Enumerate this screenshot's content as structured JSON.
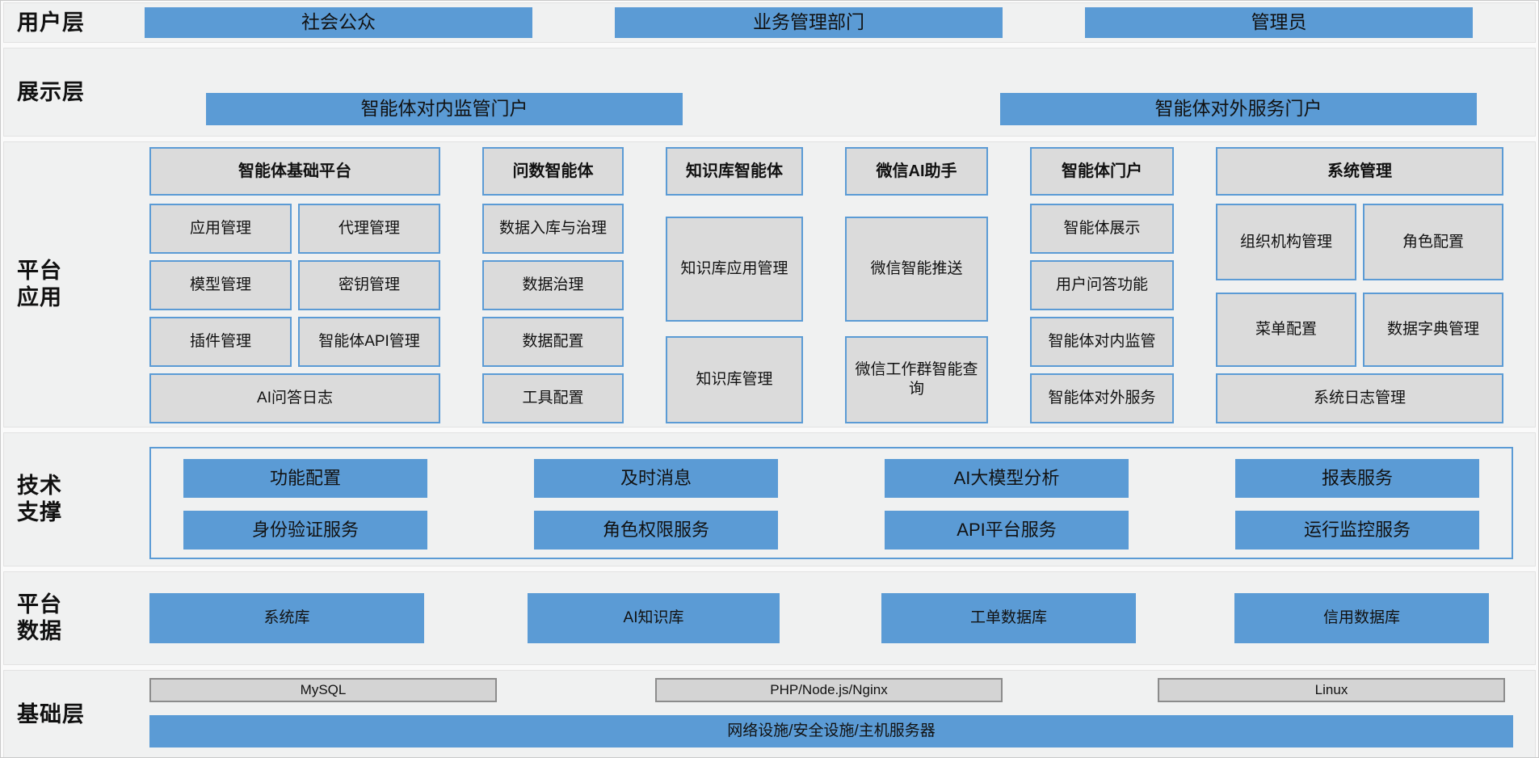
{
  "layers": [
    {
      "id": "user",
      "label": "用户层",
      "items": [
        "社会公众",
        "业务管理部门",
        "管理员"
      ]
    },
    {
      "id": "display",
      "label": "展示层",
      "items": [
        "智能体对内监管门户",
        "智能体对外服务门户"
      ]
    },
    {
      "id": "platform_app",
      "label": "平台\n应用",
      "columns": [
        {
          "header": "智能体基础平台",
          "cells": [
            "应用管理",
            "代理管理",
            "模型管理",
            "密钥管理",
            "插件管理",
            "智能体API管理",
            "AI问答日志"
          ]
        },
        {
          "header": "问数智能体",
          "cells": [
            "数据入库与治理",
            "数据治理",
            "数据配置",
            "工具配置"
          ]
        },
        {
          "header": "知识库智能体",
          "cells": [
            "知识库应用管理",
            "知识库管理"
          ]
        },
        {
          "header": "微信AI助手",
          "cells": [
            "微信智能推送",
            "微信工作群智能查询"
          ]
        },
        {
          "header": "智能体门户",
          "cells": [
            "智能体展示",
            "用户问答功能",
            "智能体对内监管",
            "智能体对外服务"
          ]
        },
        {
          "header": "系统管理",
          "cells": [
            "组织机构管理",
            "角色配置",
            "菜单配置",
            "数据字典管理",
            "系统日志管理"
          ]
        }
      ]
    },
    {
      "id": "tech_support",
      "label": "技术\n支撑",
      "rows": [
        [
          "功能配置",
          "及时消息",
          "AI大模型分析",
          "报表服务"
        ],
        [
          "身份验证服务",
          "角色权限服务",
          "API平台服务",
          "运行监控服务"
        ]
      ]
    },
    {
      "id": "platform_data",
      "label": "平台\n数据",
      "items": [
        "系统库",
        "AI知识库",
        "工单数据库",
        "信用数据库"
      ]
    },
    {
      "id": "base",
      "label": "基础层",
      "items": [
        "MySQL",
        "PHP/Node.js/Nginx",
        "Linux"
      ],
      "full_width_item": "网络设施/安全设施/主机服务器"
    }
  ],
  "colors": {
    "accent_blue": "#5b9bd5",
    "cell_gray": "#dbdbdb",
    "band_bg": "#f0f1f1",
    "page_bg": "#fafafa",
    "base_gray_fill": "#d4d4d4",
    "base_gray_border": "#8c8c8c",
    "text": "#111111"
  }
}
